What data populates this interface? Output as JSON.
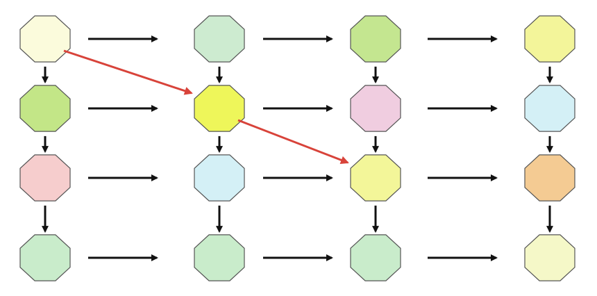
{
  "diagram": {
    "type": "grid-flow",
    "rows": 4,
    "columns": 4,
    "node_shape": "octagon",
    "node_fills": [
      [
        "#fbfbdc",
        "#cdebd0",
        "#c4e690",
        "#f3f59a"
      ],
      [
        "#c3e687",
        "#eef65a",
        "#f0cde0",
        "#d4f0f6"
      ],
      [
        "#f6cdcd",
        "#d4f0f6",
        "#f3f699",
        "#f4cb93"
      ],
      [
        "#c9eccb",
        "#c9eccb",
        "#c9eccb",
        "#f5f8c8"
      ]
    ],
    "node_stroke": "#555555",
    "arrow_color": "#111111",
    "highlight_arrow_color": "#d8433a",
    "highlight_arrows": [
      {
        "from": [
          0,
          0
        ],
        "to": [
          1,
          1
        ]
      },
      {
        "from": [
          1,
          1
        ],
        "to": [
          2,
          2
        ]
      }
    ]
  }
}
